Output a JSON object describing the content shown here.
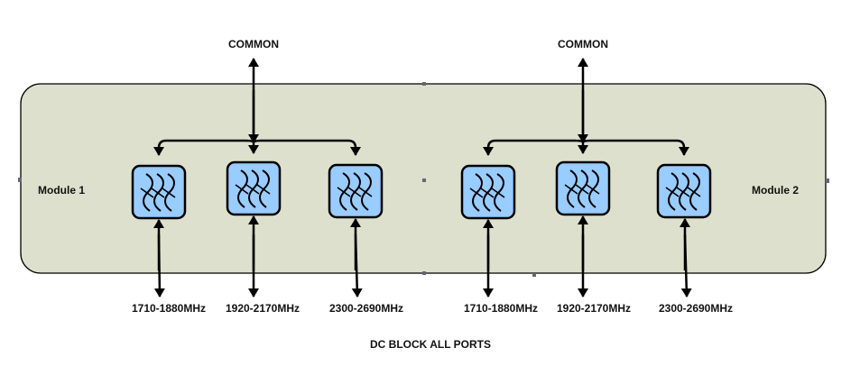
{
  "diagram": {
    "footer_note": "DC BLOCK ALL PORTS",
    "colors": {
      "enclosure_fill": "#dde0cc",
      "filter_fill": "#99ccff",
      "stroke": "#000000",
      "handle": "#666677"
    },
    "modules": [
      {
        "name": "Module 1",
        "common_label": "COMMON",
        "ports": [
          "1710-1880MHz",
          "1920-2170MHz",
          "2300-2690MHz"
        ]
      },
      {
        "name": "Module 2",
        "common_label": "COMMON",
        "ports": [
          "1710-1880MHz",
          "1920-2170MHz",
          "2300-2690MHz"
        ]
      }
    ]
  }
}
